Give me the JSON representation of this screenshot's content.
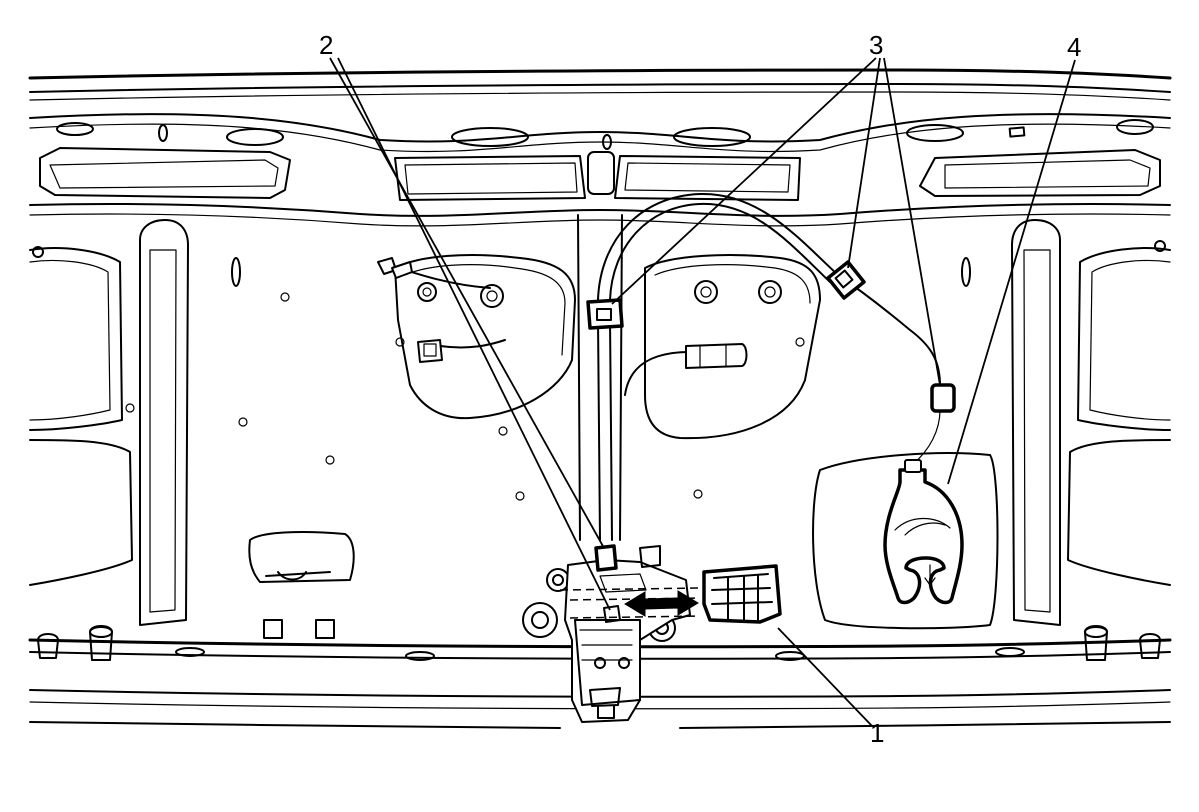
{
  "callouts": [
    {
      "id": "1",
      "label": "1",
      "part": "trunk-lid-latch"
    },
    {
      "id": "2",
      "label": "2",
      "part": "latch-connector"
    },
    {
      "id": "3",
      "label": "3",
      "part": "harness-retainer-clips"
    },
    {
      "id": "4",
      "label": "4",
      "part": "emergency-release-handle"
    }
  ],
  "colors": {
    "line": "#000000",
    "background": "#ffffff"
  }
}
